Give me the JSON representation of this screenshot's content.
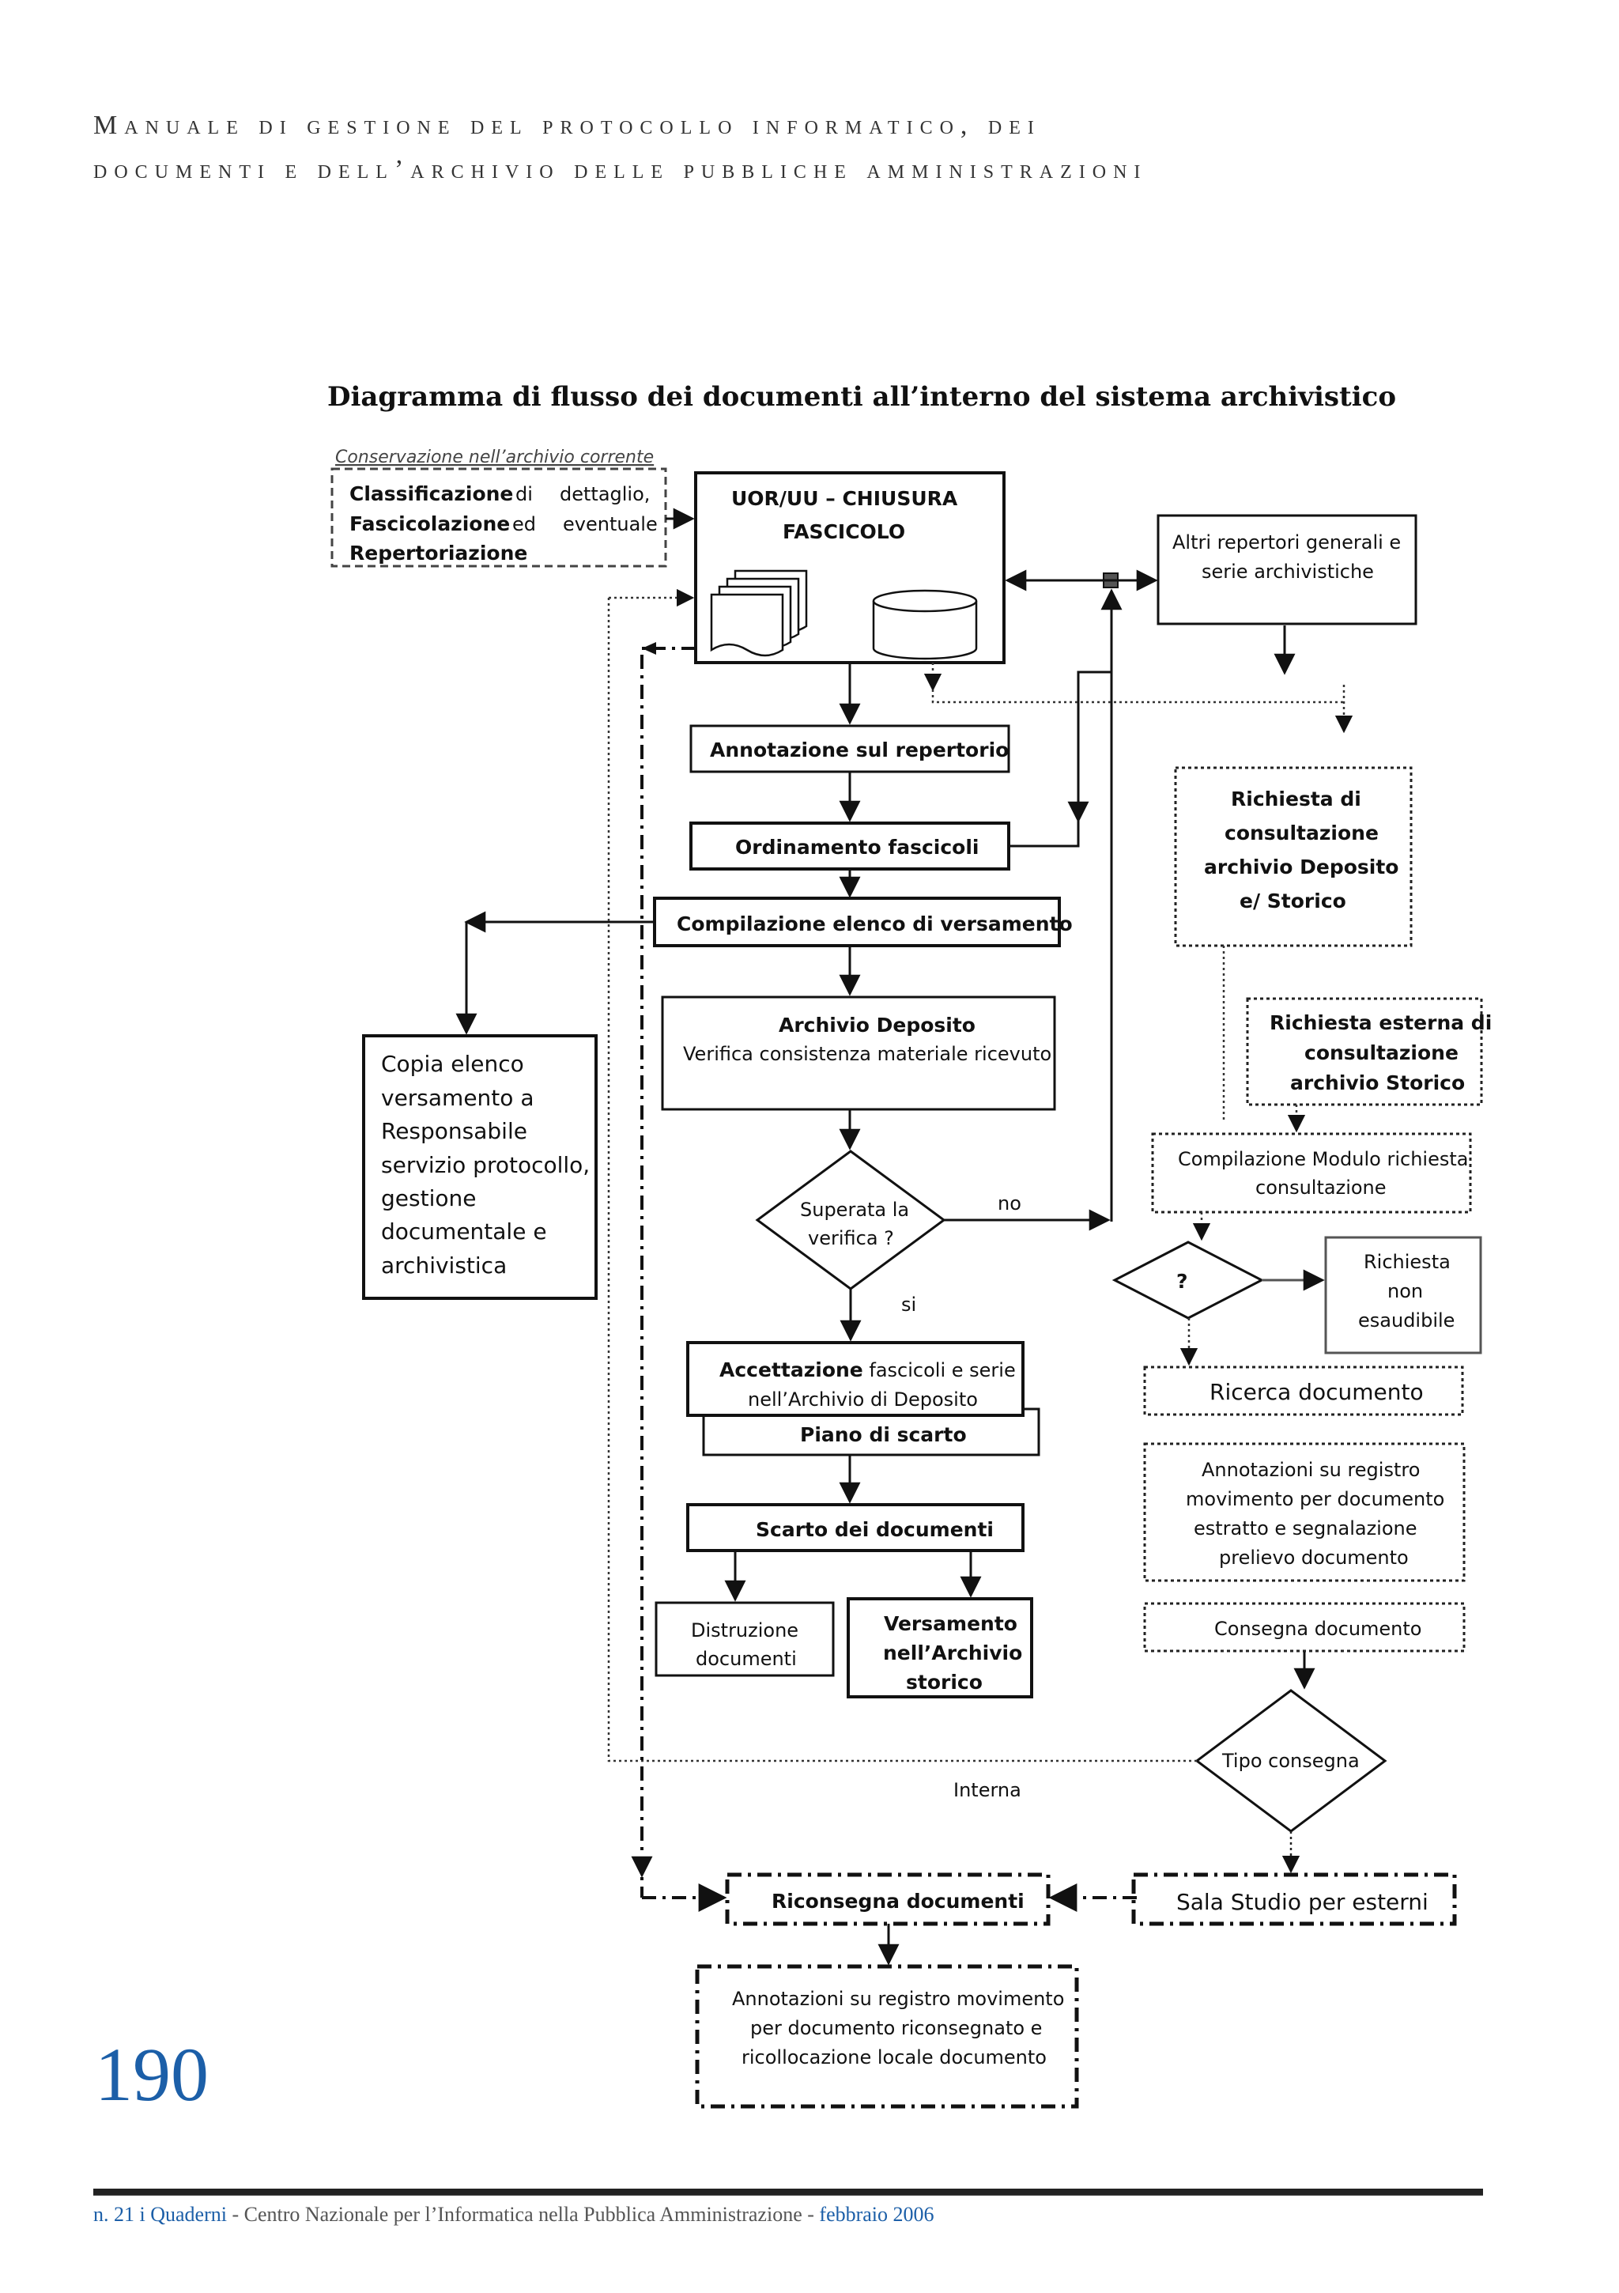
{
  "header": {
    "line1": "Manuale di gestione del protocollo informatico, dei",
    "line2": "documenti e dell’archivio delle pubbliche amministrazioni"
  },
  "diagram": {
    "title": "Diagramma di flusso dei documenti all’interno del sistema archivistico",
    "nodes": {
      "cons_label": "Conservazione nell’archivio corrente",
      "cons_l1a": "Classificazione",
      "cons_l1b": "di",
      "cons_l1c": "dettaglio,",
      "cons_l2a": "Fascicolazione",
      "cons_l2b": "ed",
      "cons_l2c": "eventuale",
      "cons_l3": "Repertoriazione",
      "uor_l1": "UOR/UU – CHIUSURA",
      "uor_l2": "FASCICOLO",
      "altri_l1": "Altri repertori generali e",
      "altri_l2": "serie archivistiche",
      "annot": "Annotazione sul repertorio",
      "ordin": "Ordinamento fascicoli",
      "compil": "Compilazione elenco di versamento",
      "rich_l1": "Richiesta di",
      "rich_l2": "consultazione",
      "rich_l3": "archivio Deposito",
      "rich_l4": "e/ Storico",
      "dep_l1": "Archivio Deposito",
      "dep_l2": "Verifica consistenza materiale ricevuto",
      "ext_l1": "Richiesta esterna di",
      "ext_l2": "consultazione",
      "ext_l3": "archivio Storico",
      "copia_l1": "Copia elenco",
      "copia_l2": "versamento a",
      "copia_l3": "Responsabile",
      "copia_l4": "servizio protocollo,",
      "copia_l5": "gestione",
      "copia_l6": "documentale e",
      "copia_l7": "archivistica",
      "modulo_l1": "Compilazione Modulo richiesta",
      "modulo_l2": "consultazione",
      "verif_l1": "Superata la",
      "verif_l2": "verifica ?",
      "no": "no",
      "si": "si",
      "q": "?",
      "nonesa_l1": "Richiesta",
      "nonesa_l2": "non",
      "nonesa_l3": "esaudibile",
      "accett_a": "Accettazione",
      "accett_b": " fascicoli e serie",
      "accett_l2": "nell’Archivio di Deposito",
      "piano": "Piano di scarto",
      "ricerca": "Ricerca documento",
      "annreg_l1": "Annotazioni su registro",
      "annreg_l2": "movimento  per documento",
      "annreg_l3": "estratto e segnalazione",
      "annreg_l4": "prelievo documento",
      "scarto": "Scarto dei documenti",
      "distr_l1": "Distruzione",
      "distr_l2": "documenti",
      "versam_l1": "Versamento",
      "versam_l2": "nell’Archivio",
      "versam_l3": "storico",
      "consegna": "Consegna documento",
      "tipo": "Tipo consegna",
      "interna": "Interna",
      "riconsegna": "Riconsegna documenti",
      "sala": "Sala Studio per esterni",
      "annric_l1": "Annotazioni su registro movimento",
      "annric_l2": "per documento riconsegnato e",
      "annric_l3": "ricollocazione  locale documento"
    }
  },
  "page_number": "190",
  "footer": {
    "issue": "n. 21 i Quaderni",
    "sep1": " - ",
    "center": "Centro Nazionale per l’Informatica nella Pubblica Amministrazione",
    "sep2": " - ",
    "date": "febbraio 2006"
  }
}
